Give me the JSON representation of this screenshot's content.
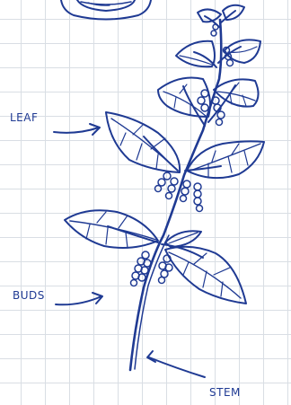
{
  "labels": {
    "leaf": "LEAF",
    "buds": "BUDS",
    "stem": "STEM"
  },
  "colors": {
    "ink": "#1f3a93",
    "grid": "#d9dee4",
    "background": "#ffffff"
  }
}
